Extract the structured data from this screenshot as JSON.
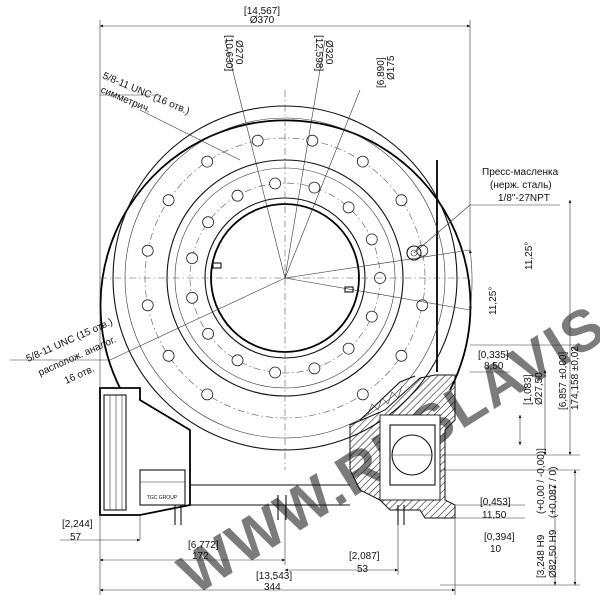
{
  "watermark": "WWW.RUSLAVIS.RU",
  "dimensions": {
    "overall_width_in": "[14,567]",
    "overall_width_mm": "Ø370",
    "pcd_outer_in": "[10,630]",
    "pcd_outer_mm": "Ø270",
    "pcd_mid_in": "[12,598]",
    "pcd_mid_mm": "Ø320",
    "pcd_inner_in": "[6,890]",
    "pcd_inner_mm": "Ø175",
    "angle_a": "11,25°",
    "angle_b": "11,25°",
    "offset_in": "[0,335]",
    "offset_mm": "8,50",
    "bore_in": "[1,083]",
    "bore_mm": "Ø27,50",
    "height_in": "[6,857 ±0,00]",
    "height_mm": "174,158 ±0,02",
    "shoulder_in": "[0,453]",
    "shoulder_mm": "11,50",
    "step_in": "[0,394]",
    "step_mm": "10",
    "shaft_in": "[3,248 H9",
    "shaft_in_tol": "(+0,00 / -0,00)]",
    "shaft_mm": "Ø82,50 H9",
    "shaft_mm_tol": "(+0,087 / 0)",
    "left_in": "[2,244]",
    "left_mm": "57",
    "mid_in": "[6,772]",
    "mid_mm": "172",
    "hub_in": "[2,087]",
    "hub_mm": "53",
    "total_in": "[13,543]",
    "total_mm": "344"
  },
  "notes": {
    "thread_top_1": "5/8-11 UNC (16 отв.)",
    "thread_top_2": "симметрич.",
    "thread_left_1": "5/8-11 UNC (15 отв.)",
    "thread_left_2": "располож. аналог.",
    "thread_left_3": "16 отв.",
    "grease_1": "Пресс-масленка",
    "grease_2": "(нерж. сталь)",
    "grease_3": "1/8\"-27NPT"
  },
  "nameplate": {
    "line1": "",
    "line2": "TGC GROUP"
  }
}
